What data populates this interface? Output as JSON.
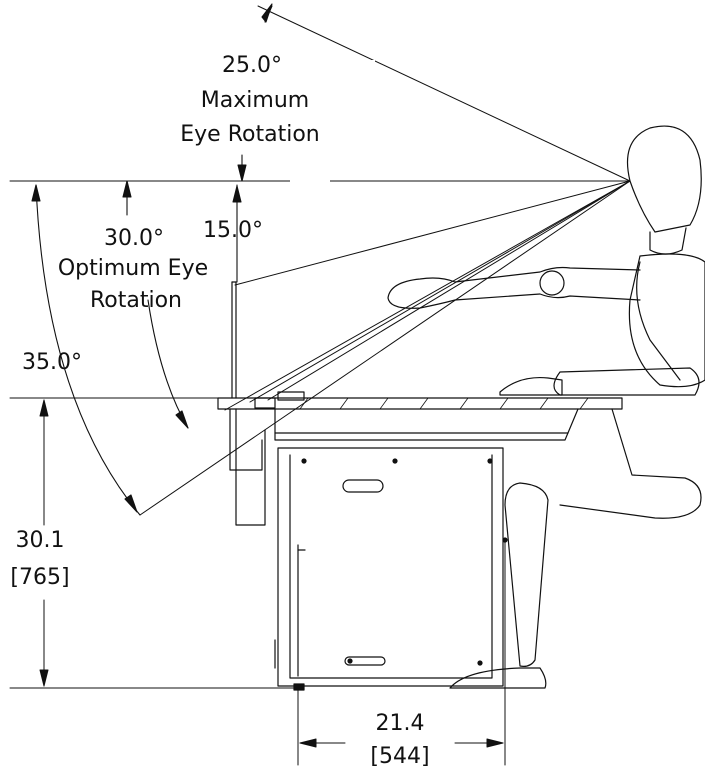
{
  "annotations": {
    "max_eye": {
      "angle": "25.0°",
      "line1": "Maximum",
      "line2": "Eye Rotation"
    },
    "opt_eye": {
      "angle_30": "30.0°",
      "angle_15": "15.0°",
      "line1": "Optimum Eye",
      "line2": "Rotation"
    },
    "angle_35": "35.0°",
    "height": {
      "inches": "30.1",
      "mm": "[765]"
    },
    "depth": {
      "inches": "21.4",
      "mm": "[544]"
    }
  }
}
